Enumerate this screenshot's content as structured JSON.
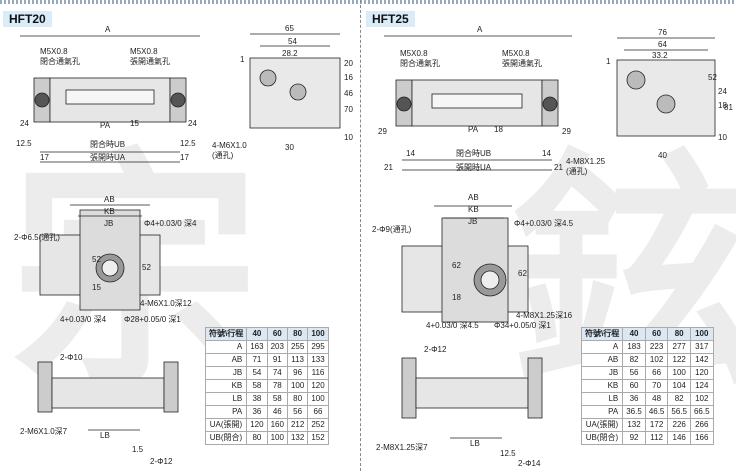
{
  "left": {
    "title": "HFT20",
    "labels": {
      "dim_a": "A",
      "port_left": "M5X0.8",
      "port_left_note": "閉合通氣孔",
      "port_right": "M5X0.8",
      "port_right_note": "張開通氣孔",
      "pa": "PA",
      "ub": "閉合時UB",
      "ua": "張開時UA",
      "d12_5": "12.5",
      "d24": "24",
      "d17": "17",
      "d15": "15",
      "d24b": "24",
      "d12_5b": "12.5",
      "d17b": "17",
      "w65": "65",
      "w54": "54",
      "w28_2": "28.2",
      "h1": "1",
      "h20": "20",
      "h16": "16",
      "h46": "46",
      "h70": "70",
      "h10": "10",
      "w30": "30",
      "hole_spec": "4-M6X1.0",
      "hole_note": "(通孔)",
      "ab": "AB",
      "kb": "KB",
      "jb": "JB",
      "pin": "2-Φ6.5(通孔)",
      "bore": "Φ4+0.03/0 深4",
      "v52": "52",
      "v52b": "52",
      "v15": "15",
      "tap": "4-M6X1.0深12",
      "pin2": "4+0.03/0 深4",
      "boss": "Φ28+0.05/0 深1",
      "side_pin": "2-Φ10",
      "side_tap": "2-M6X1.0深7",
      "lb": "LB",
      "side_d1": "1.5",
      "side_d2": "2-Φ12"
    },
    "table": {
      "header": [
        "符號\\行程",
        "40",
        "60",
        "80",
        "100"
      ],
      "rows": [
        [
          "A",
          "163",
          "203",
          "255",
          "295"
        ],
        [
          "AB",
          "71",
          "91",
          "113",
          "133"
        ],
        [
          "JB",
          "54",
          "74",
          "96",
          "116"
        ],
        [
          "KB",
          "58",
          "78",
          "100",
          "120"
        ],
        [
          "LB",
          "38",
          "58",
          "80",
          "100"
        ],
        [
          "PA",
          "36",
          "46",
          "56",
          "66"
        ],
        [
          "UA(張開)",
          "120",
          "160",
          "212",
          "252"
        ],
        [
          "UB(閉合)",
          "80",
          "100",
          "132",
          "152"
        ]
      ]
    }
  },
  "right": {
    "title": "HFT25",
    "labels": {
      "dim_a": "A",
      "port_left": "M5X0.8",
      "port_left_note": "閉合通氣孔",
      "port_right": "M5X0.8",
      "port_right_note": "張開通氣孔",
      "pa": "PA",
      "ub": "閉合時UB",
      "ua": "張開時UA",
      "d29": "29",
      "d14": "14",
      "d21": "21",
      "d18": "18",
      "d29b": "29",
      "d14b": "14",
      "d21b": "21",
      "w76": "76",
      "w64": "64",
      "w33_2": "33.2",
      "h1": "1",
      "h24": "24",
      "h18": "18",
      "h52": "52",
      "h81": "81",
      "h10": "10",
      "w40": "40",
      "hole_spec": "4-M8X1.25",
      "hole_note": "(通孔)",
      "ab": "AB",
      "kb": "KB",
      "jb": "JB",
      "pin": "2-Φ9(通孔)",
      "bore": "Φ4+0.03/0 深4.5",
      "v62": "62",
      "v62b": "62",
      "v18": "18",
      "tap": "4-M8X1.25深16",
      "pin2": "4+0.03/0 深4.5",
      "boss": "Φ34+0.05/0 深1",
      "side_pin": "2-Φ12",
      "side_tap": "2-M8X1.25深7",
      "lb": "LB",
      "side_d1": "12.5",
      "side_d2": "2-Φ14"
    },
    "table": {
      "header": [
        "符號\\行程",
        "40",
        "60",
        "80",
        "100"
      ],
      "rows": [
        [
          "A",
          "183",
          "223",
          "277",
          "317"
        ],
        [
          "AB",
          "82",
          "102",
          "122",
          "142"
        ],
        [
          "JB",
          "56",
          "66",
          "100",
          "120"
        ],
        [
          "KB",
          "60",
          "70",
          "104",
          "124"
        ],
        [
          "LB",
          "36",
          "48",
          "82",
          "102"
        ],
        [
          "PA",
          "36.5",
          "46.5",
          "56.5",
          "66.5"
        ],
        [
          "UA(張開)",
          "132",
          "172",
          "226",
          "266"
        ],
        [
          "UB(閉合)",
          "92",
          "112",
          "146",
          "166"
        ]
      ]
    }
  },
  "watermark": {
    "left": "宗",
    "right": "鉉"
  }
}
